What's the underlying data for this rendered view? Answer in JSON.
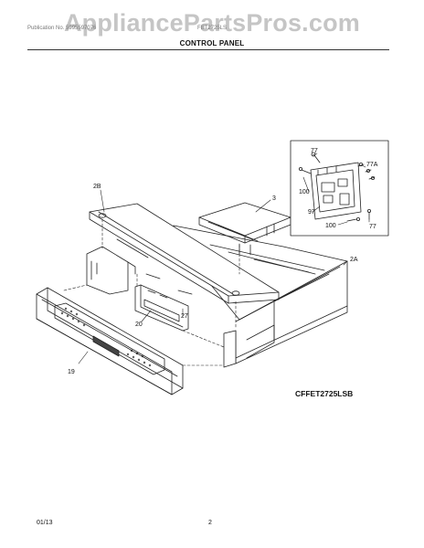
{
  "watermark": "AppliancePartsPros.com",
  "header": {
    "left_text": "Publication No. 5995597076",
    "model_text": "FET2725LS"
  },
  "title": "CONTROL PANEL",
  "callouts": {
    "c_2b": "2B",
    "c_3": "3",
    "c_2a": "2A",
    "c_20": "20",
    "c_27": "27",
    "c_19": "19",
    "c_77_top": "77",
    "c_77a": "77A",
    "c_100_left": "100",
    "c_97": "97",
    "c_100_bottom": "100",
    "c_77_bottom": "77"
  },
  "model_number": "CFFET2725LSB",
  "footer": {
    "date": "01/13",
    "page": "2"
  }
}
